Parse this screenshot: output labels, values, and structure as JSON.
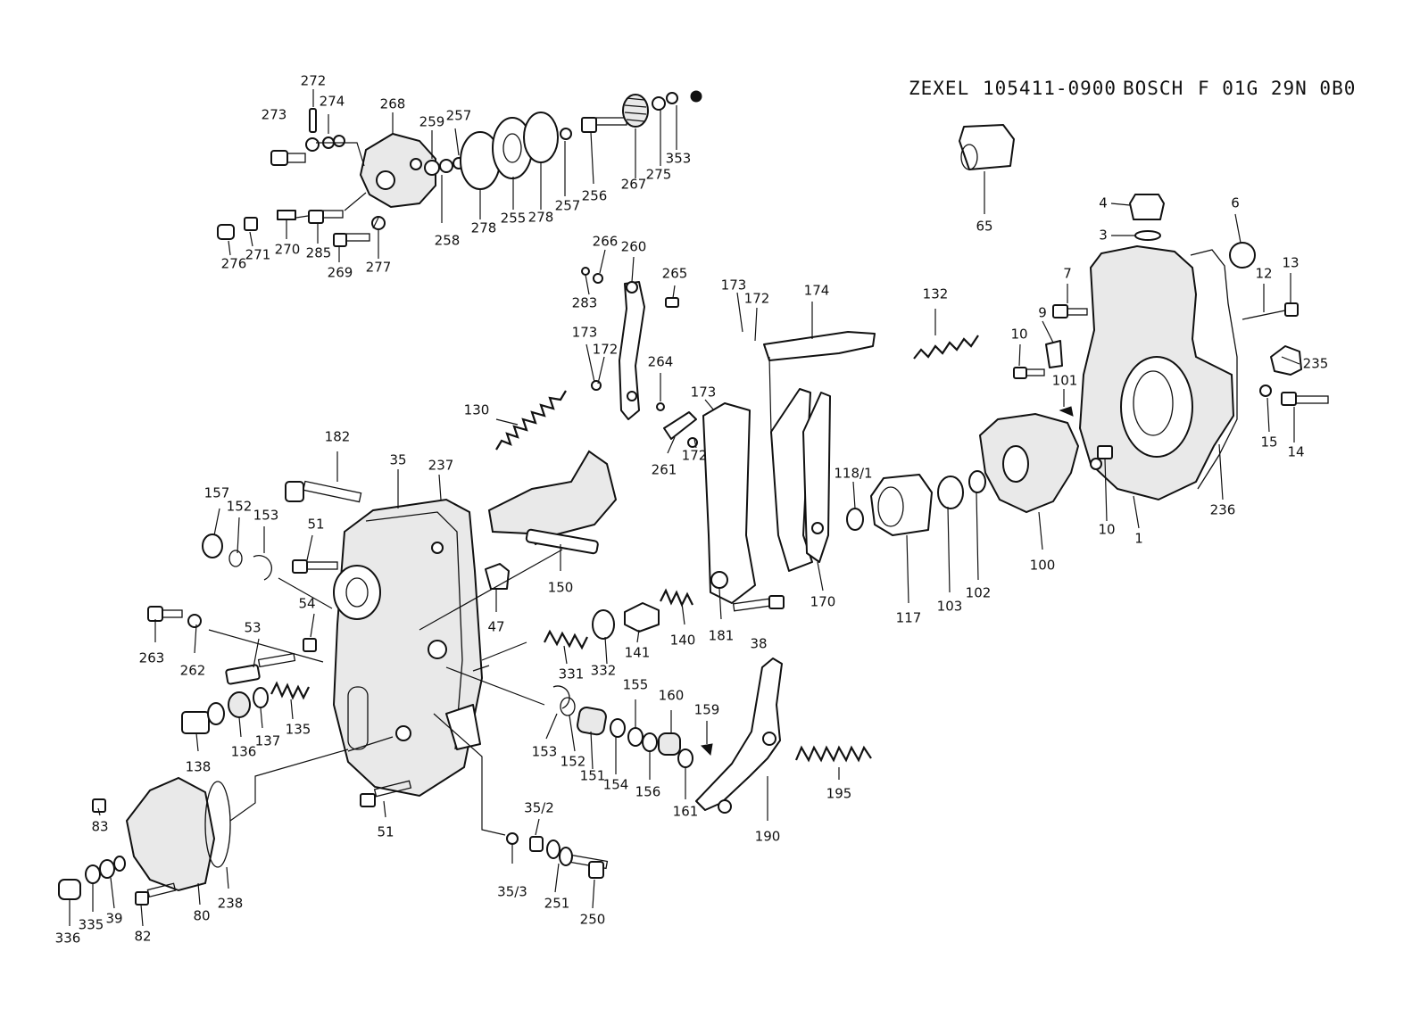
{
  "header": {
    "maker_1": "ZEXEL",
    "part_number_1": "105411-0900",
    "maker_2": "BOSCH",
    "part_number_2": "F 01G 29N 0B0"
  },
  "callouts": [
    "272",
    "273",
    "274",
    "268",
    "259",
    "257",
    "353",
    "275",
    "267",
    "256",
    "257",
    "278",
    "255",
    "278",
    "258",
    "276",
    "271",
    "270",
    "285",
    "269",
    "277",
    "65",
    "4",
    "3",
    "6",
    "7",
    "12",
    "13",
    "9",
    "10",
    "235",
    "101",
    "15",
    "14",
    "10",
    "1",
    "236",
    "266",
    "260",
    "265",
    "283",
    "173",
    "172",
    "174",
    "132",
    "173",
    "172",
    "264",
    "130",
    "173",
    "261",
    "172",
    "118/1",
    "182",
    "35",
    "237",
    "157",
    "152",
    "153",
    "51",
    "47",
    "150",
    "100",
    "263",
    "54",
    "53",
    "262",
    "331",
    "332",
    "141",
    "140",
    "181",
    "38",
    "170",
    "117",
    "103",
    "102",
    "138",
    "136",
    "137",
    "135",
    "153",
    "152",
    "151",
    "154",
    "155",
    "156",
    "160",
    "159",
    "161",
    "195",
    "190",
    "51",
    "83",
    "35/2",
    "35/3",
    "251",
    "250",
    "336",
    "335",
    "39",
    "80",
    "238",
    "82"
  ],
  "icons": [
    "exploded-assembly-drawing"
  ]
}
